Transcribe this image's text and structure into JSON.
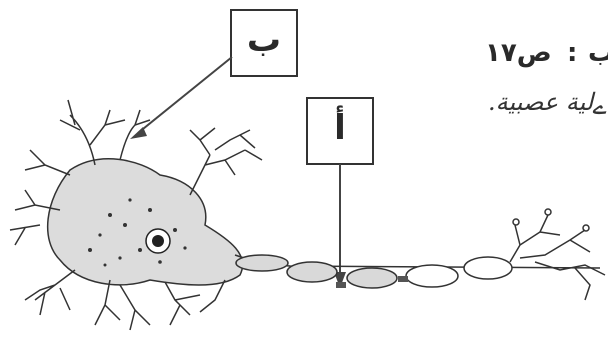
{
  "labels": {
    "box_b": "ب",
    "box_a": "أ"
  },
  "header": {
    "left_fragment": "ب",
    "colon": ":",
    "page_ref": "ص١٧"
  },
  "caption": {
    "text": "لية عصبية.",
    "underline_fragment": "ے"
  },
  "colors": {
    "ink": "#2a2a2a",
    "axon_fill": "#d9d9d9",
    "soma_fill": "#dcdcdc"
  }
}
